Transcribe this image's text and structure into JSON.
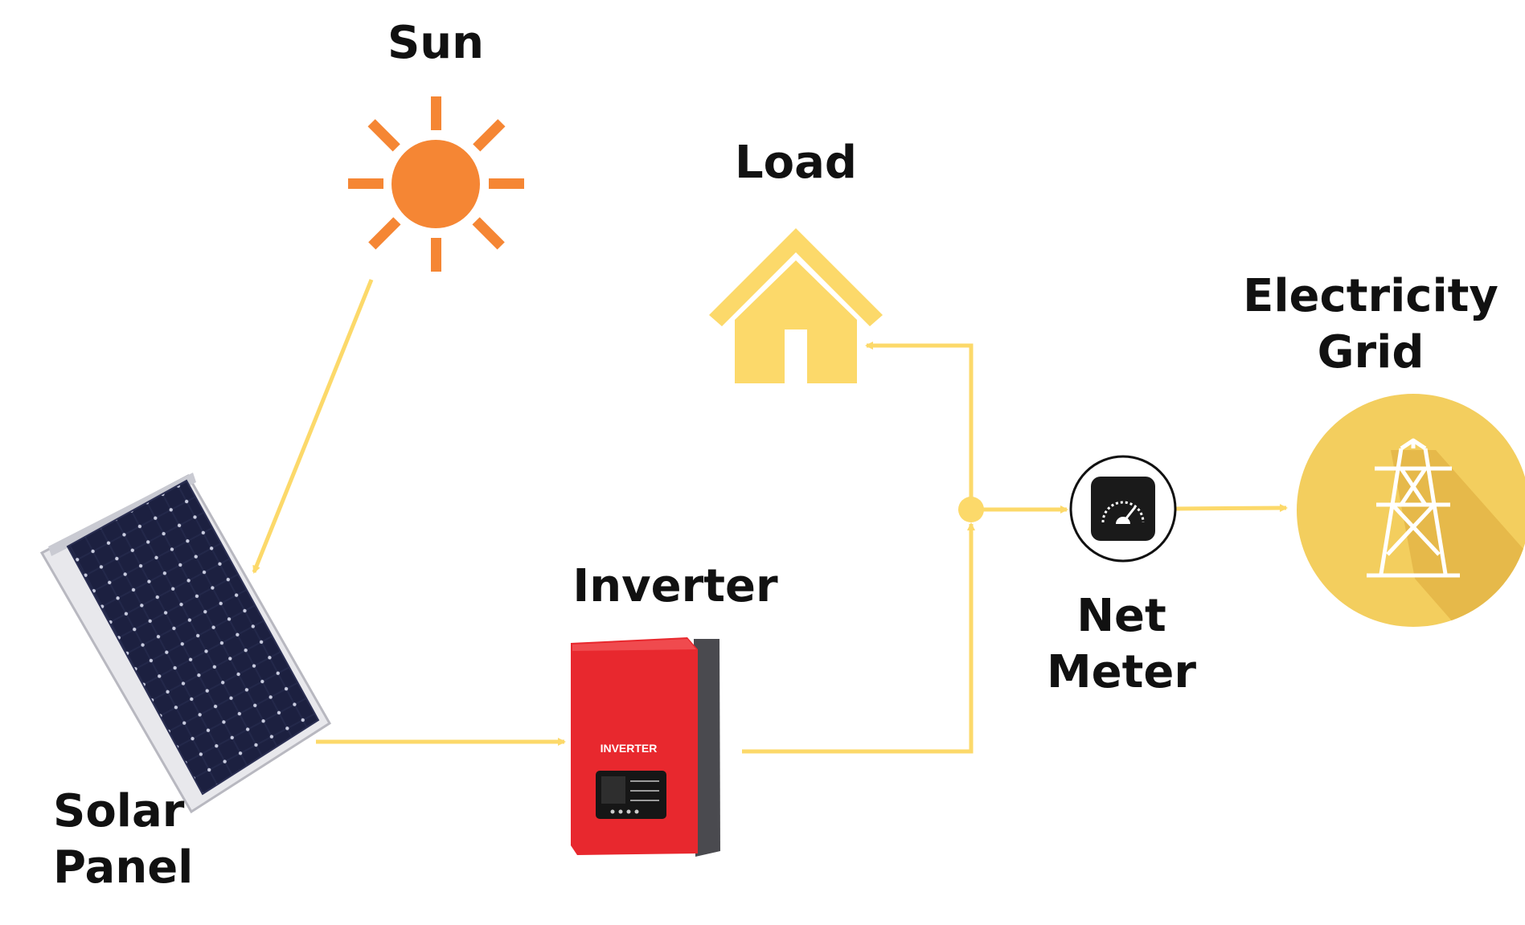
{
  "diagram": {
    "labels": {
      "sun": "Sun",
      "load": "Load",
      "grid_line1": "Electricity",
      "grid_line2": "Grid",
      "meter_line1": "Net",
      "meter_line2": "Meter",
      "inverter": "Inverter",
      "panel_line1": "Solar",
      "panel_line2": "Panel",
      "inverter_device_text": "INVERTER"
    },
    "colors": {
      "flow_line": "#FCD96A",
      "sun": "#F58634",
      "house": "#FCD96A",
      "grid_circle": "#F3CE5E",
      "grid_shadow": "#E6B94A",
      "inverter_body": "#E8282E",
      "inverter_side": "#4A4A4F",
      "panel_cells": "#1E2244",
      "meter_icon": "#1A1A1A"
    },
    "icons": {
      "sun": "sun-icon",
      "load": "house-icon",
      "meter": "gauge-icon",
      "grid": "transmission-tower-icon",
      "inverter": "inverter-device",
      "panel": "solar-panel"
    }
  }
}
